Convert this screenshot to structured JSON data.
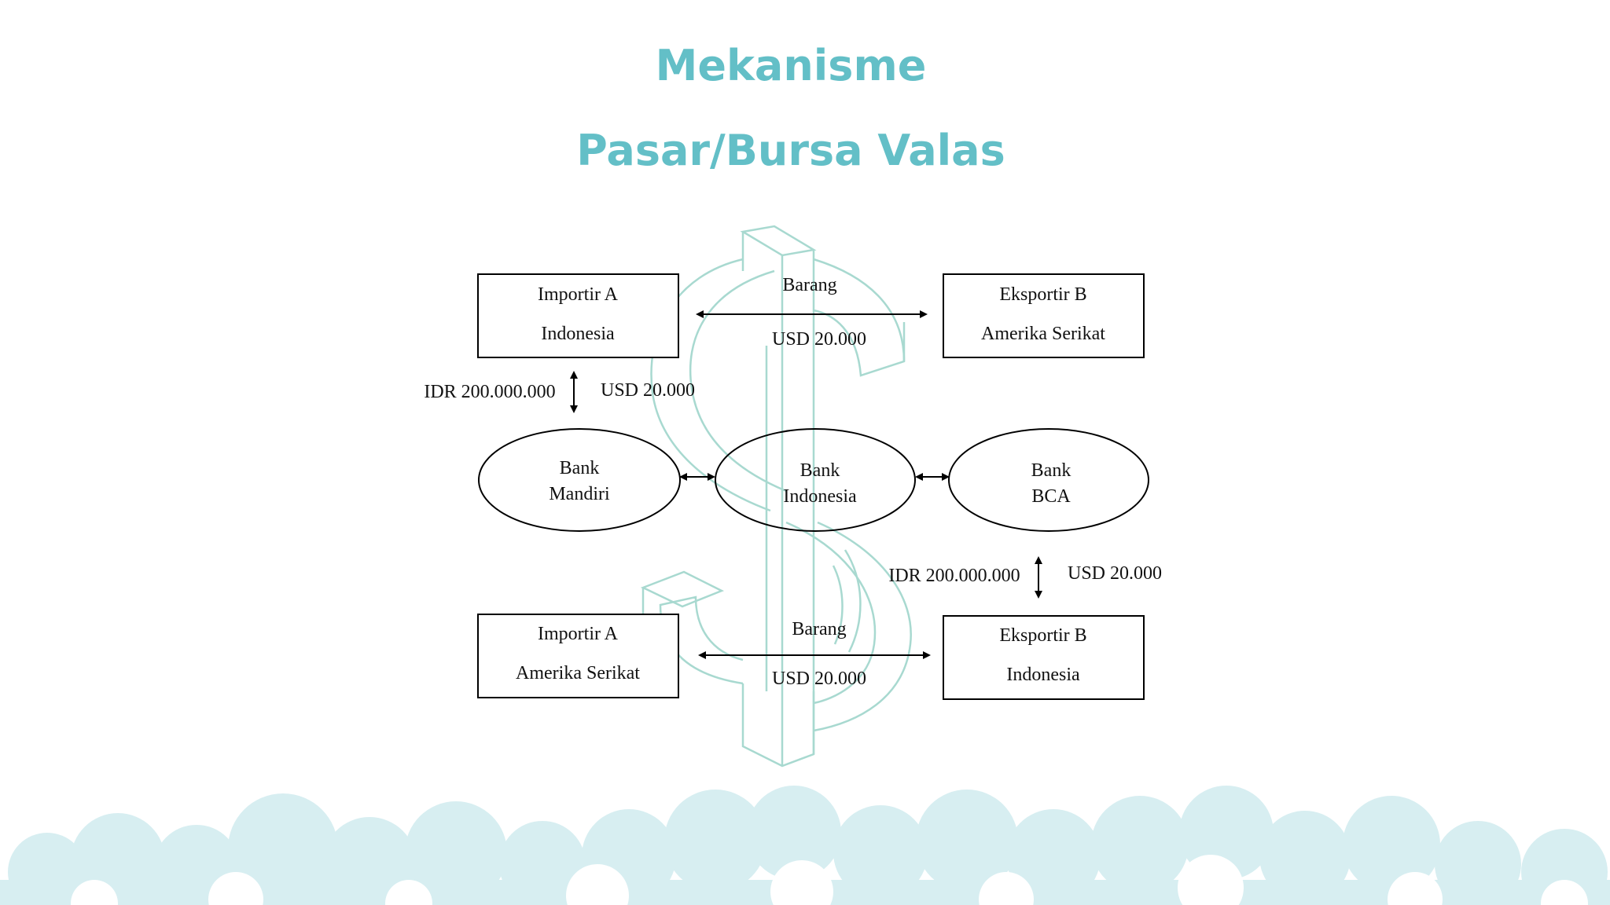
{
  "slide": {
    "title_line1": "Mekanisme",
    "title_line2": "Pasar/Bursa Valas",
    "accent_color": "#63bfc7",
    "watermark_color": "#a8d9d0",
    "cloud_color": "#d7eef1",
    "watermark_icon": "dollar-sign-icon"
  },
  "diagram": {
    "top_left_box": {
      "line1": "Importir A",
      "line2": "Indonesia"
    },
    "top_right_box": {
      "line1": "Eksportir B",
      "line2": "Amerika Serikat"
    },
    "top_arrow": {
      "label_above": "Barang",
      "label_below": "USD 20.000"
    },
    "left_exchange": {
      "left_label": "IDR 200.000.000",
      "right_label": "USD 20.000"
    },
    "bank_left": {
      "line1": "Bank",
      "line2": "Mandiri"
    },
    "bank_center": {
      "line1": "Bank",
      "line2": "Indonesia"
    },
    "bank_right": {
      "line1": "Bank",
      "line2": "BCA"
    },
    "right_exchange": {
      "left_label": "IDR 200.000.000",
      "right_label": "USD 20.000"
    },
    "bottom_left_box": {
      "line1": "Importir A",
      "line2": "Amerika Serikat"
    },
    "bottom_right_box": {
      "line1": "Eksportir B",
      "line2": "Indonesia"
    },
    "bottom_arrow": {
      "label_above": "Barang",
      "label_below": "USD 20.000"
    }
  }
}
